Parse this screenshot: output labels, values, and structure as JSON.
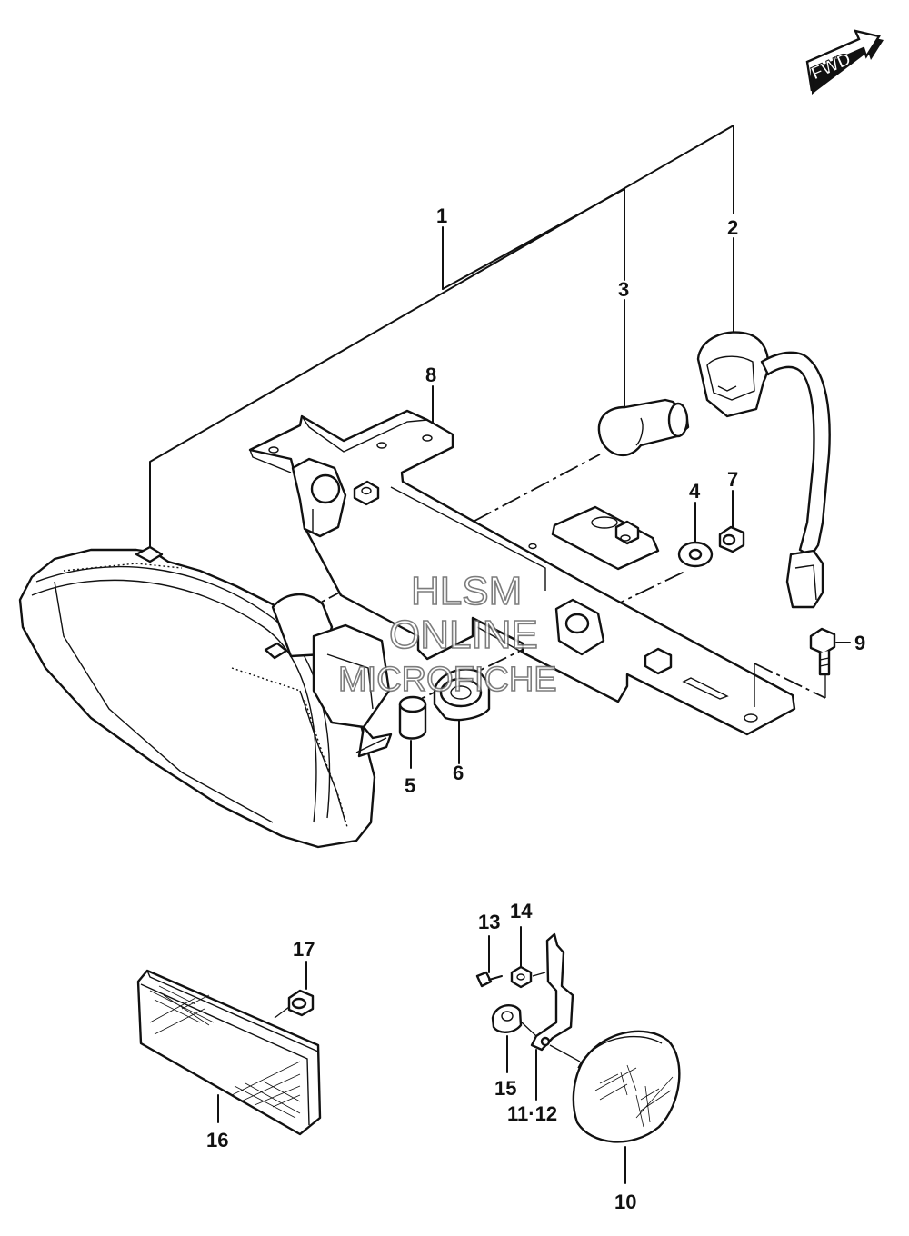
{
  "direction_badge": {
    "text": "FWD",
    "icon": "forward-arrow-icon"
  },
  "watermark": {
    "line1": "HLSM",
    "line2": "ONLINE",
    "line3": "MICROFICHE"
  },
  "callouts": {
    "p1": "1",
    "p2": "2",
    "p3": "3",
    "p4": "4",
    "p5": "5",
    "p6": "6",
    "p7": "7",
    "p8": "8",
    "p9": "9",
    "p10": "10",
    "p11_12": "11·12",
    "p13": "13",
    "p14": "14",
    "p15": "15",
    "p16": "16",
    "p17": "17"
  }
}
